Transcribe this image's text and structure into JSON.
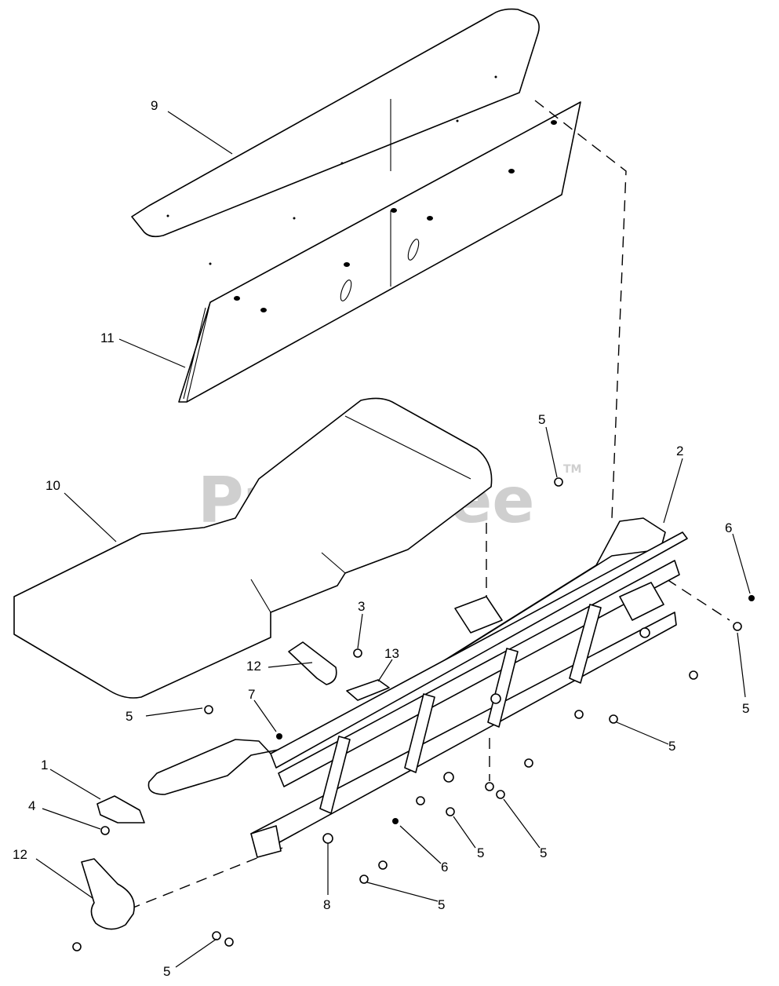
{
  "watermark": {
    "text": "PartsTree",
    "mark": "TM"
  },
  "callouts": [
    {
      "id": "c9",
      "label": "9"
    },
    {
      "id": "c11",
      "label": "11"
    },
    {
      "id": "c10",
      "label": "10"
    },
    {
      "id": "c5a",
      "label": "5"
    },
    {
      "id": "c2",
      "label": "2"
    },
    {
      "id": "c6a",
      "label": "6"
    },
    {
      "id": "c3",
      "label": "3"
    },
    {
      "id": "c13",
      "label": "13"
    },
    {
      "id": "c12a",
      "label": "12"
    },
    {
      "id": "c7",
      "label": "7"
    },
    {
      "id": "c5b",
      "label": "5"
    },
    {
      "id": "c5c",
      "label": "5"
    },
    {
      "id": "c5d",
      "label": "5"
    },
    {
      "id": "c1",
      "label": "1"
    },
    {
      "id": "c4",
      "label": "4"
    },
    {
      "id": "c12b",
      "label": "12"
    },
    {
      "id": "c8",
      "label": "8"
    },
    {
      "id": "c6b",
      "label": "6"
    },
    {
      "id": "c5e",
      "label": "5"
    },
    {
      "id": "c5f",
      "label": "5"
    },
    {
      "id": "c5g",
      "label": "5"
    },
    {
      "id": "c5h",
      "label": "5"
    }
  ]
}
